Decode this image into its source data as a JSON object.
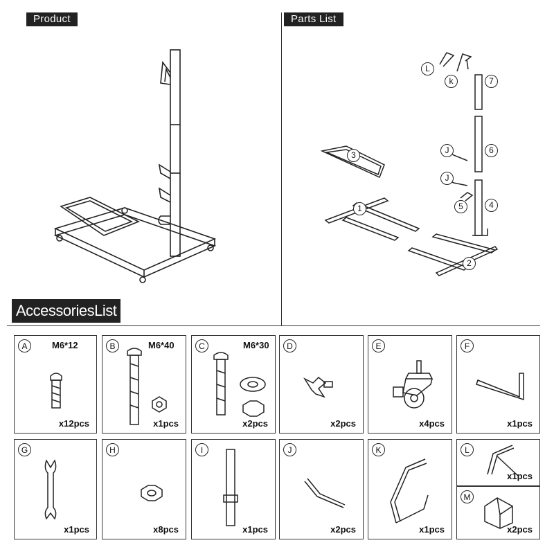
{
  "headers": {
    "product": "Product",
    "parts_list": "Parts List",
    "accessories": "AccessoriesList"
  },
  "part_labels": [
    "L",
    "k",
    "7",
    "3",
    "J",
    "6",
    "J",
    "5",
    "4",
    "1",
    "2"
  ],
  "accessories": [
    {
      "letter": "A",
      "spec": "M6*12",
      "qty": "x12pcs"
    },
    {
      "letter": "B",
      "spec": "M6*40",
      "qty": "x1pcs"
    },
    {
      "letter": "C",
      "spec": "M6*30",
      "qty": "x2pcs"
    },
    {
      "letter": "D",
      "spec": "",
      "qty": "x2pcs"
    },
    {
      "letter": "E",
      "spec": "",
      "qty": "x4pcs"
    },
    {
      "letter": "F",
      "spec": "",
      "qty": "x1pcs"
    },
    {
      "letter": "G",
      "spec": "",
      "qty": "x1pcs"
    },
    {
      "letter": "H",
      "spec": "",
      "qty": "x8pcs"
    },
    {
      "letter": "I",
      "spec": "",
      "qty": "x1pcs"
    },
    {
      "letter": "J",
      "spec": "",
      "qty": "x2pcs"
    },
    {
      "letter": "K",
      "spec": "",
      "qty": "x1pcs"
    },
    {
      "letter": "L",
      "spec": "",
      "qty": "x1pcs"
    },
    {
      "letter": "M",
      "spec": "",
      "qty": "x2pcs"
    }
  ]
}
